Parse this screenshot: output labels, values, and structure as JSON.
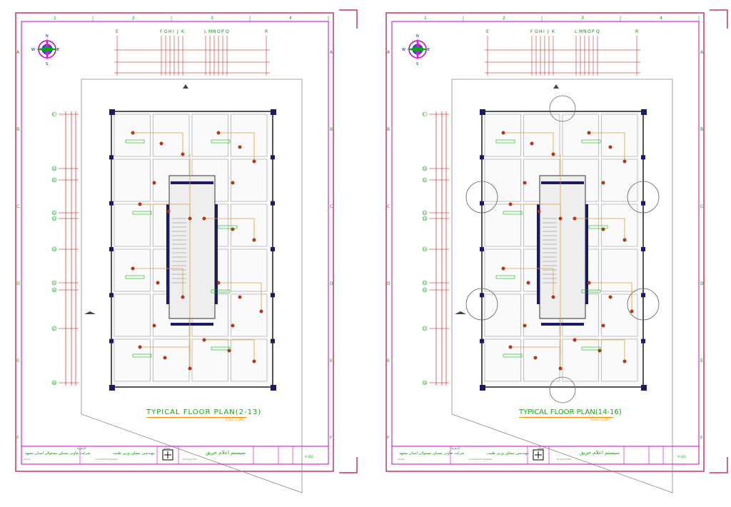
{
  "sheets": [
    {
      "plan_title": "TYPICAL FLOOR PLAN(2-13)",
      "plan_subtitle": "SCALE 1:100",
      "client_label": "کارفرما",
      "client_name": "شرکت تعاونی مسکن مسئولان استان مشهد",
      "consultant_label": "مشاور",
      "consultant_name": "مهندسین مشاور وزین طنبت",
      "drawing_title": "سیستم اعلام حریق",
      "owner_en": "Owner",
      "consultant_en": "Consultant Engineers",
      "drawing_en": "Drawing Title",
      "sheet_no": "A-102"
    },
    {
      "plan_title": "TYPICAL FLOOR PLAN(14-16)",
      "plan_subtitle": "SCALE 1:100",
      "client_label": "کارفرما",
      "client_name": "شرکت تعاونی مسکن مسئولان استان مشهد",
      "consultant_label": "مشاور",
      "consultant_name": "مهندسین مشاور وزین طنبت",
      "drawing_title": "سیستم اعلام حریق",
      "owner_en": "Owner",
      "consultant_en": "Consultant Engineers",
      "drawing_en": "Drawing Title",
      "sheet_no": "A-103"
    }
  ],
  "grid_columns_top": [
    "E",
    "F",
    "G",
    "H",
    "I",
    "J",
    "K",
    "L",
    "M",
    "N",
    "O",
    "P",
    "Q",
    "R"
  ],
  "grid_numbers_top": [
    "1",
    "2",
    "3",
    "4"
  ],
  "grid_rows_side": [
    "A",
    "B",
    "C",
    "D",
    "E",
    "F"
  ],
  "grid_rows_plan": [
    "9",
    "10",
    "11",
    "12",
    "13",
    "14",
    "15",
    "16",
    "17",
    "18"
  ],
  "compass": {
    "n": "N",
    "s": "S",
    "e": "E",
    "w": "W"
  },
  "colors": {
    "sheet_border": "#cc3366",
    "inner_border": "#cc00cc",
    "grid": "#00a000",
    "dimension": "#cc0000",
    "walls": "#555555",
    "columns": "#1a1a66",
    "devices": "#cc3300",
    "wiring": "#e0a040",
    "labels": "#00bb00",
    "title_underline": "#ff8800"
  }
}
